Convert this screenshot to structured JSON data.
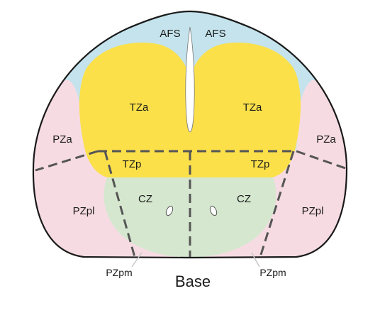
{
  "diagram": {
    "labels": {
      "afs_left": "AFS",
      "afs_right": "AFS",
      "tza_left": "TZa",
      "tza_right": "TZa",
      "pza_left": "PZa",
      "pza_right": "PZa",
      "tzp_left": "TZp",
      "tzp_right": "TZp",
      "cz_left": "CZ",
      "cz_right": "CZ",
      "pzpl_left": "PZpl",
      "pzpl_right": "PZpl",
      "pzpm_left": "PZpm",
      "pzpm_right": "PZpm",
      "base": "Base"
    },
    "colors": {
      "afs": "#c4e3ec",
      "tz": "#fbe04a",
      "pz": "#f6dbe3",
      "cz": "#d5e8cf",
      "outline": "#1a1a1a",
      "dashes": "#555555",
      "leader": "#c8c8c8"
    }
  }
}
